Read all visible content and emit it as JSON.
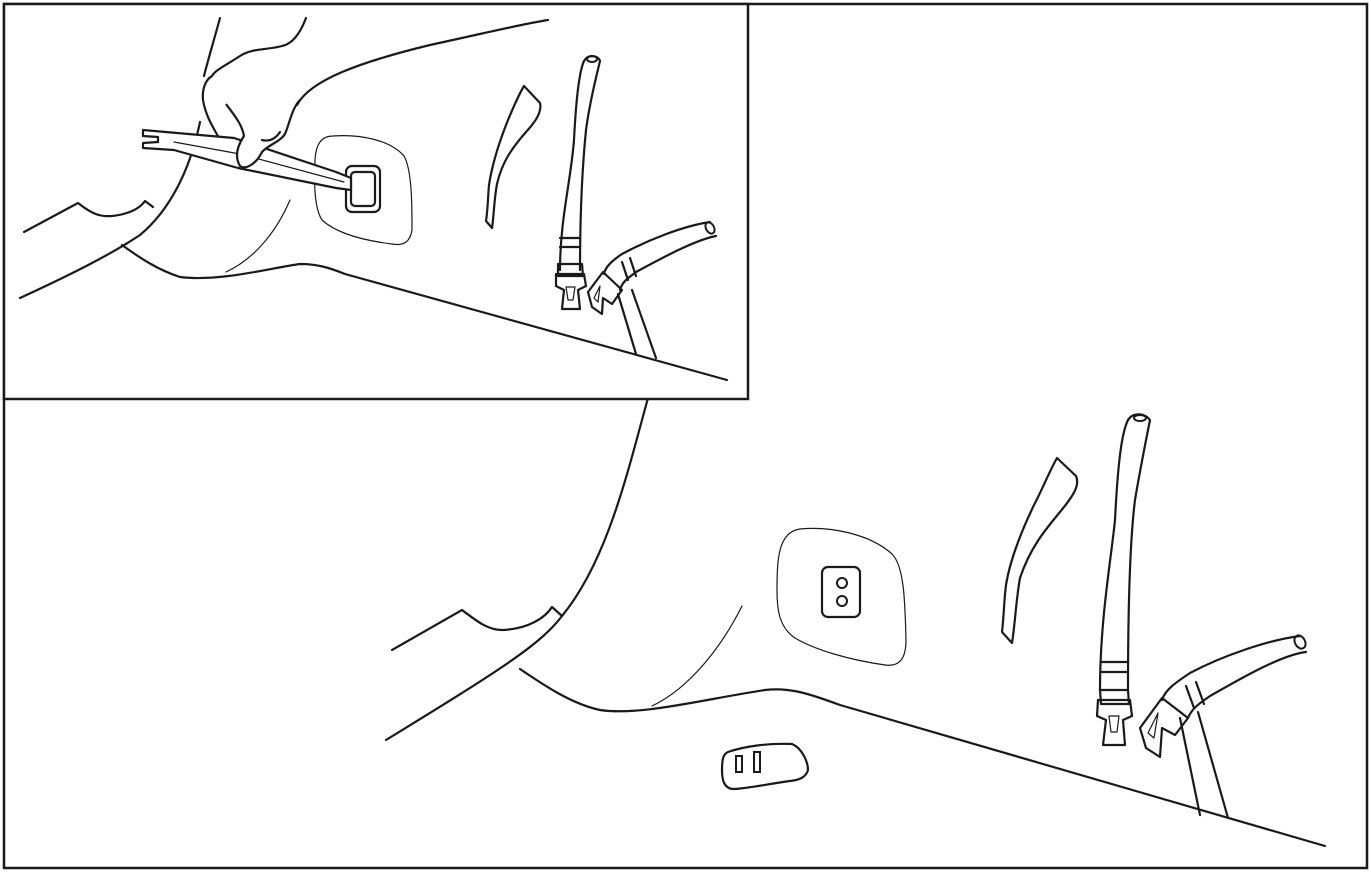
{
  "figure": {
    "type": "service-manual-illustration",
    "views": [
      {
        "id": "detail-inset",
        "depicts": [
          "hand",
          "trim-removal-tool",
          "trim-cover-cap",
          "seat-belts",
          "interior-panel"
        ]
      },
      {
        "id": "main-view",
        "depicts": [
          "interior-panel",
          "anchor-clip-with-two-holes",
          "removed-trim-cover-cap",
          "seat-belts"
        ]
      }
    ],
    "colors": {
      "line": "#1a1a1a",
      "background": "#ffffff"
    }
  }
}
